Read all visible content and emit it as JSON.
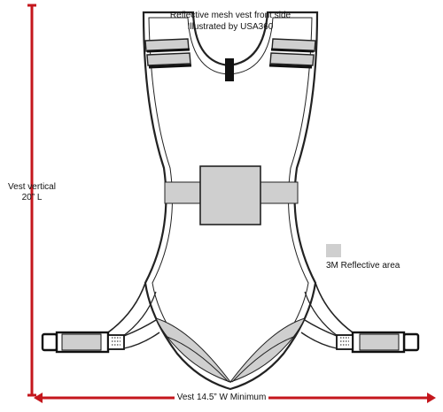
{
  "title": {
    "line1": "Reflective mesh vest front side",
    "line2": "Illustrated by USA360"
  },
  "vertical_dimension": {
    "line1": "Vest vertical",
    "line2": "20” L"
  },
  "width_dimension": {
    "label": "Vest  14.5” W Minimum"
  },
  "legend": {
    "label": "3M Reflective area"
  },
  "colors": {
    "dimension_line": "#c4161c",
    "reflective": "#cfcfcf",
    "outline": "#222222",
    "strap": "#111111"
  }
}
